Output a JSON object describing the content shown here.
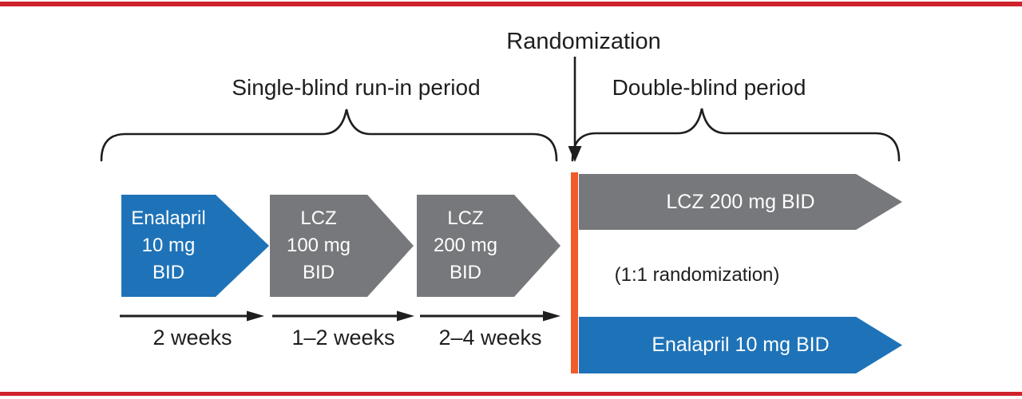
{
  "colors": {
    "arm_blue": "#1e73b8",
    "arm_gray": "#77787b",
    "divider_orange": "#f15a29",
    "rule_red": "#cf232b",
    "ink": "#1e1e1e"
  },
  "header": {
    "randomization_label": "Randomization",
    "run_in_label": "Single-blind run-in period",
    "double_blind_label": "Double-blind period"
  },
  "run_in": {
    "steps": [
      {
        "lines": [
          "Enalapril",
          "10 mg",
          "BID"
        ],
        "color": "blue",
        "duration": "2 weeks"
      },
      {
        "lines": [
          "LCZ",
          "100 mg",
          "BID"
        ],
        "color": "gray",
        "duration": "1–2 weeks"
      },
      {
        "lines": [
          "LCZ",
          "200 mg",
          "BID"
        ],
        "color": "gray",
        "duration": "2–4 weeks"
      }
    ]
  },
  "double_blind": {
    "arms": [
      {
        "label": "LCZ 200 mg BID",
        "color": "gray"
      },
      {
        "label": "Enalapril 10 mg BID",
        "color": "blue"
      }
    ],
    "ratio_label": "(1:1 randomization)"
  }
}
